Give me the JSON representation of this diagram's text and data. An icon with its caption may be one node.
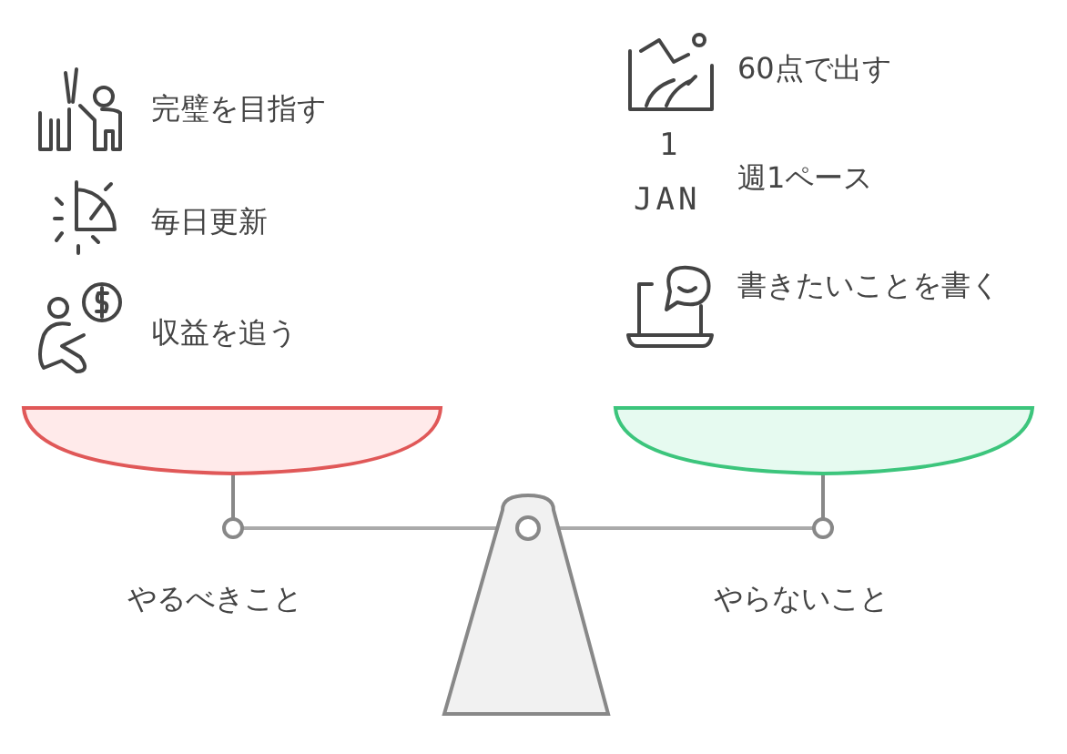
{
  "diagram": {
    "labels": [
      "完璧を目指す",
      "毎日更新",
      "収益を追う",
      "60点で出す",
      "1",
      "JAN",
      "週1ペース",
      "書きたいことを書く",
      "やるべきこと",
      "やらないこと"
    ]
  }
}
